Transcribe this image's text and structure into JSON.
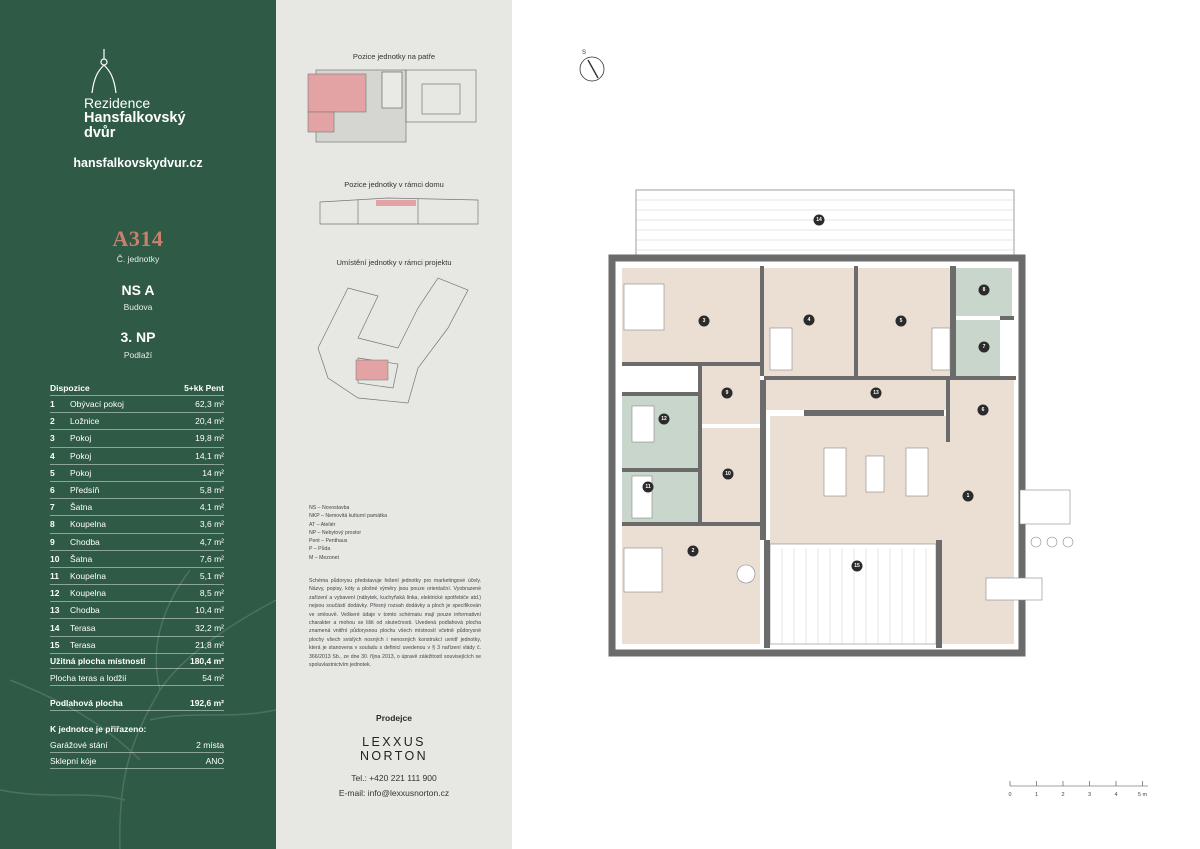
{
  "brand": {
    "line1": "Rezidence",
    "line2": "Hansfalkovský",
    "line3": "dvůr",
    "website": "hansfalkovskydvur.cz"
  },
  "unit": {
    "code": "A314",
    "code_label": "Č. jednotky",
    "building": "NS A",
    "building_label": "Budova",
    "floor": "3. NP",
    "floor_label": "Podlaží"
  },
  "disposition": {
    "header_left": "Dispozice",
    "header_right": "5+kk Pent",
    "rooms": [
      {
        "num": "1",
        "name": "Obývací pokoj",
        "area": "62,3 m²"
      },
      {
        "num": "2",
        "name": "Ložnice",
        "area": "20,4 m²"
      },
      {
        "num": "3",
        "name": "Pokoj",
        "area": "19,8 m²"
      },
      {
        "num": "4",
        "name": "Pokoj",
        "area": "14,1 m²"
      },
      {
        "num": "5",
        "name": "Pokoj",
        "area": "14 m²"
      },
      {
        "num": "6",
        "name": "Předsíň",
        "area": "5,8 m²"
      },
      {
        "num": "7",
        "name": "Šatna",
        "area": "4,1 m²"
      },
      {
        "num": "8",
        "name": "Koupelna",
        "area": "3,6 m²"
      },
      {
        "num": "9",
        "name": "Chodba",
        "area": "4,7 m²"
      },
      {
        "num": "10",
        "name": "Šatna",
        "area": "7,6 m²"
      },
      {
        "num": "11",
        "name": "Koupelna",
        "area": "5,1 m²"
      },
      {
        "num": "12",
        "name": "Koupelna",
        "area": "8,5 m²"
      },
      {
        "num": "13",
        "name": "Chodba",
        "area": "10,4 m²"
      },
      {
        "num": "14",
        "name": "Terasa",
        "area": "32,2 m²"
      },
      {
        "num": "15",
        "name": "Terasa",
        "area": "21,8 m²"
      }
    ],
    "usable_label": "Užitná plocha místností",
    "usable_value": "180,4 m²",
    "terrace_label": "Plocha teras a lodžií",
    "terrace_value": "54 m²",
    "floor_area_label": "Podlahová plocha",
    "floor_area_value": "192,6 m²",
    "assigned_label": "K jednotce je přiřazeno:",
    "garage_label": "Garážové stání",
    "garage_value": "2 místa",
    "cellar_label": "Sklepní kóje",
    "cellar_value": "ANO"
  },
  "middle": {
    "pos_floor": "Pozice jednotky na patře",
    "pos_house": "Pozice jednotky v rámci domu",
    "pos_project": "Umístění jednotky v rámci projektu",
    "legend": [
      "NS – Novostavba",
      "NKP – Nemovitá kulturní památka",
      "AT – Ateliér",
      "NP – Nebytový prostor",
      "Pent – Penthaus",
      "P – Půda",
      "M – Mezonet"
    ],
    "note": "Schéma půdorysu představuje řešení jednotky pro marketingové účely. Názvy, popisy, kóty a plošné výměry jsou pouze orientační. Vyobrazené zařízení a vybavení (nábytek, kuchyňská linka, elektrické spotřebiče atd.) nejsou součástí dodávky. Přesný rozsah dodávky a ploch je specifikován ve smlouvě. Veškeré údaje v tomto schématu mají pouze informativní charakter a mohou se lišit od skutečnosti. Uvedená podlahová plocha znamená vnitřní půdorysnou plochu všech místností včetně půdorysné plochy všech svislých nosných i nenosných konstrukcí uvnitř jednotky, která je stanovena v souladu s definicí uvedenou v § 3 nařízení vlády č. 366/2013 Sb., ze dne 30. října 2013, o úpravě záležitostí souvisejících se spoluvlastnictvím jednotek.",
    "seller_label": "Prodejce",
    "seller_line1": "LEXXUS",
    "seller_line2": "NORTON",
    "phone": "Tel.: +420 221 111 900",
    "email": "E-mail: info@lexxusnorton.cz"
  },
  "plan": {
    "room_labels": [
      "1",
      "2",
      "3",
      "4",
      "5",
      "6",
      "7",
      "8",
      "9",
      "10",
      "11",
      "12",
      "13",
      "14",
      "15"
    ],
    "north": "S",
    "scale_labels": [
      "0",
      "1",
      "2",
      "3",
      "4",
      "5 m"
    ]
  },
  "colors": {
    "green": "#2f5a45",
    "accent": "#c9806a",
    "room_fill": "#ebded3",
    "bath_fill": "#c9d6cb",
    "wall": "#6b6b6b"
  }
}
